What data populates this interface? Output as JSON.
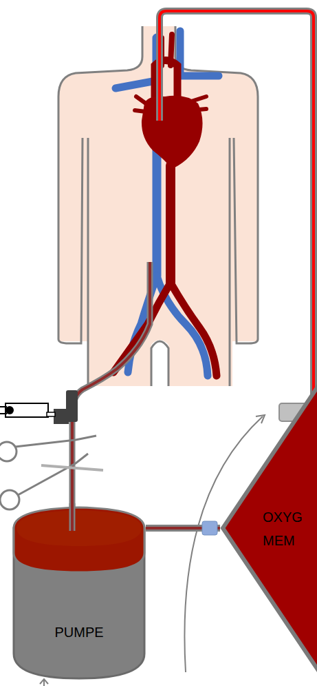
{
  "diagram": {
    "nodes": [
      {
        "text": [
          "PUMPE"
        ]
      },
      {
        "text": [
          "OXYG MEM"
        ]
      }
    ],
    "edges": [
      {
        "from": 0,
        "to": 1,
        "arrow": "none"
      }
    ]
  }
}
